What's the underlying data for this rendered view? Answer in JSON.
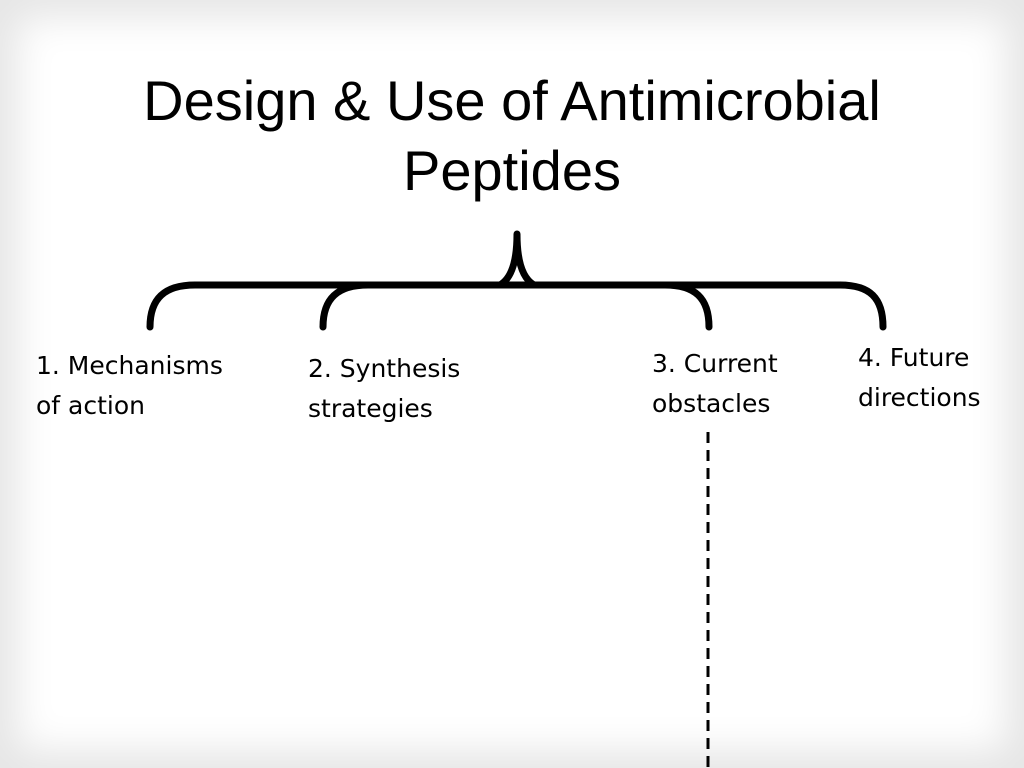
{
  "title": {
    "line1": "Design & Use of Antimicrobial",
    "line2": "Peptides"
  },
  "branches": [
    {
      "line1": "1. Mechanisms",
      "line2": "of action"
    },
    {
      "line1": "2. Synthesis",
      "line2": "strategies"
    },
    {
      "line1": "3. Current",
      "line2": "obstacles"
    },
    {
      "line1": "4. Future",
      "line2": "directions"
    }
  ],
  "colors": {
    "ink": "#000000",
    "background": "#ffffff",
    "frame_shadow": "#e6e6e6"
  }
}
